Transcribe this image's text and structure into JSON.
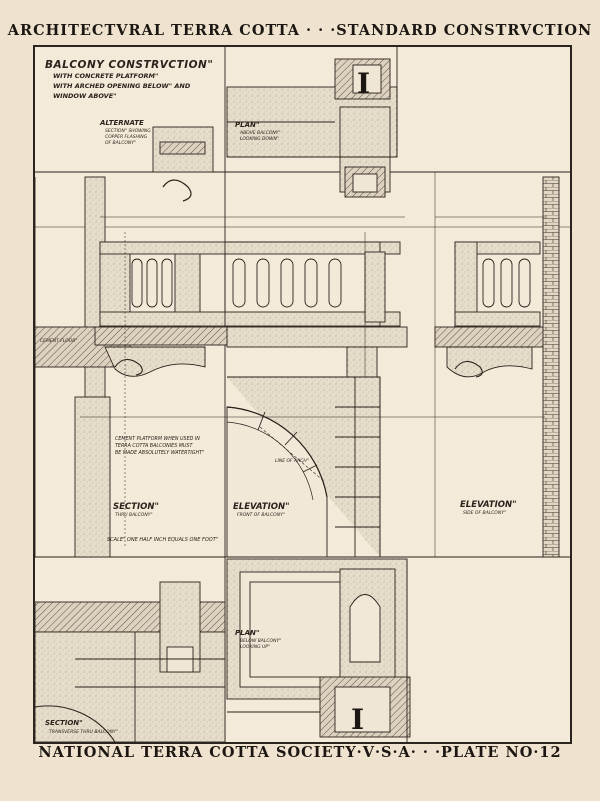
{
  "header": {
    "title": "ARCHITECTVRAL TERRA COTTA · · ·STANDARD CONSTRVCTION"
  },
  "footer": {
    "text": "NATIONAL TERRA COTTA SOCIETY·V·S·A· · ·PLATE NO·12"
  },
  "sheet": {
    "title": "BALCONY CONSTRVCTION\"",
    "subtitle_1": "WITH CONCRETE PLATFORM\"",
    "subtitle_2": "WITH ARCHED OPENING BELOW\" AND",
    "subtitle_3": "WINDOW ABOVE\"",
    "alternate_title": "ALTERNATE",
    "alternate_note_1": "SECTION\" SHOWING",
    "alternate_note_2": "COPPER FLASHING",
    "alternate_note_3": "OF BALCONY\"",
    "plan_top_title": "PLAN\"",
    "plan_top_note_1": "ABOVE BALCONY\"",
    "plan_top_note_2": "LOOKING DOWN\"",
    "section_title": "SECTION\"",
    "section_note": "THRU BALCONY\"",
    "elevation_front_title": "ELEVATION\"",
    "elevation_front_note": "FRONT OF BALCONY\"",
    "elevation_side_title": "ELEVATION\"",
    "elevation_side_note": "SIDE OF BALCONY\"",
    "cement_note_1": "CEMENT PLATFORM WHEN USED IN",
    "cement_note_2": "TERRA COTTA BALCONIES MUST",
    "cement_note_3": "BE MADE ABSOLUTELY WATERTIGHT\"",
    "scale": "SCALE\" ONE HALF INCH EQUALS ONE FOOT\"",
    "plan_bottom_title": "PLAN\"",
    "plan_bottom_note_1": "BELOW BALCONY\"",
    "plan_bottom_note_2": "LOOKING UP\"",
    "section_bottom_title": "SECTION\"",
    "section_bottom_note": "TRANSVERSE THRU BALCONY\"",
    "cement_floor_label": "CEMENT FLOOR\"",
    "line_of_arch": "LINE OF ARCH\"",
    "big_mark": "I"
  },
  "colors": {
    "paper": "#efe3cf",
    "ink": "#1c1712",
    "stone": "#e6dccb"
  }
}
